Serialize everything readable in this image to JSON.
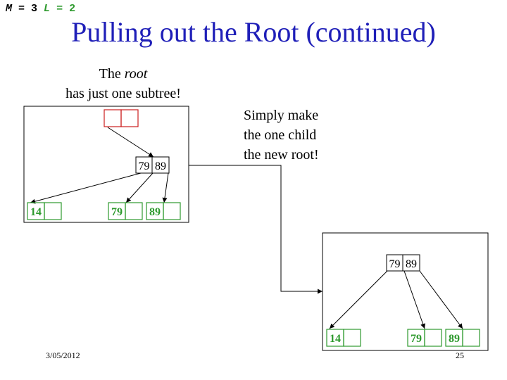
{
  "header": {
    "m_label": "M",
    "m_eq": " = 3",
    "l_label": "L",
    "l_eq": " = 2",
    "title": "Pulling out the Root (continued)"
  },
  "captions": {
    "left_the": "The ",
    "left_root": "root",
    "left_line2": "has just one subtree!",
    "right_line1": "Simply make",
    "right_line2": "the one child",
    "right_line3": "the new root!"
  },
  "before_tree": {
    "old_root": [
      "",
      ""
    ],
    "internal_keys": [
      "79",
      "89"
    ],
    "leaves": [
      [
        "14",
        ""
      ],
      [
        "79",
        ""
      ],
      [
        "89",
        ""
      ]
    ]
  },
  "after_tree": {
    "root_keys": [
      "79",
      "89"
    ],
    "leaves": [
      [
        "14",
        ""
      ],
      [
        "79",
        ""
      ],
      [
        "89",
        ""
      ]
    ]
  },
  "footer": {
    "date": "3/05/2012",
    "page": "25"
  },
  "colors": {
    "title": "#1f1fb8",
    "leaf": "#2e9a2e",
    "old_root": "#cc1f1f",
    "lines": "#000000"
  }
}
